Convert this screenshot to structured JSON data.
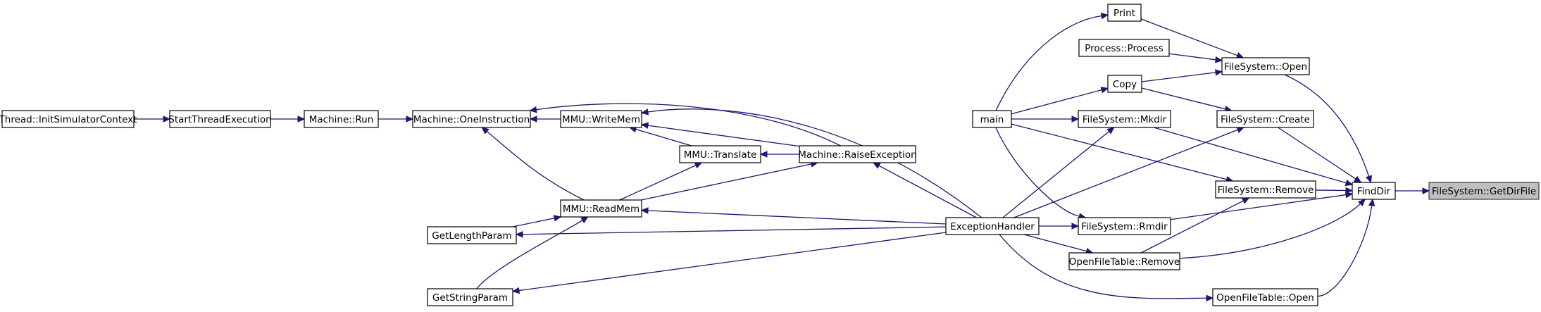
{
  "graph": {
    "colors": {
      "edge": "#191970",
      "node_border": "#000000",
      "node_fill": "#ffffff",
      "root_fill": "#bfbfbf"
    },
    "nodes": [
      {
        "id": "initsim",
        "label": "Thread::InitSimulatorContext"
      },
      {
        "id": "startthread",
        "label": "StartThreadExecution"
      },
      {
        "id": "machrun",
        "label": "Machine::Run"
      },
      {
        "id": "oneinstr",
        "label": "Machine::OneInstruction"
      },
      {
        "id": "writemem",
        "label": "MMU::WriteMem"
      },
      {
        "id": "translate",
        "label": "MMU::Translate"
      },
      {
        "id": "raiseex",
        "label": "Machine::RaiseException"
      },
      {
        "id": "readmem",
        "label": "MMU::ReadMem"
      },
      {
        "id": "getlength",
        "label": "GetLengthParam"
      },
      {
        "id": "getstring",
        "label": "GetStringParam"
      },
      {
        "id": "exhandler",
        "label": "ExceptionHandler"
      },
      {
        "id": "main",
        "label": "main"
      },
      {
        "id": "print",
        "label": "Print"
      },
      {
        "id": "procproc",
        "label": "Process::Process"
      },
      {
        "id": "copy",
        "label": "Copy"
      },
      {
        "id": "fsmkdir",
        "label": "FileSystem::Mkdir"
      },
      {
        "id": "fsrmdir",
        "label": "FileSystem::Rmdir"
      },
      {
        "id": "oftremove",
        "label": "OpenFileTable::Remove"
      },
      {
        "id": "fsopen",
        "label": "FileSystem::Open"
      },
      {
        "id": "fscreate",
        "label": "FileSystem::Create"
      },
      {
        "id": "fsremove",
        "label": "FileSystem::Remove"
      },
      {
        "id": "oftopen",
        "label": "OpenFileTable::Open"
      },
      {
        "id": "finddir",
        "label": "FindDir"
      },
      {
        "id": "getdirfile",
        "label": "FileSystem::GetDirFile",
        "root": true
      }
    ],
    "edges": [
      {
        "from": "initsim",
        "to": "startthread"
      },
      {
        "from": "startthread",
        "to": "machrun"
      },
      {
        "from": "machrun",
        "to": "oneinstr"
      },
      {
        "from": "writemem",
        "to": "oneinstr"
      },
      {
        "from": "raiseex",
        "to": "oneinstr"
      },
      {
        "from": "readmem",
        "to": "oneinstr"
      },
      {
        "from": "translate",
        "to": "writemem"
      },
      {
        "from": "raiseex",
        "to": "writemem"
      },
      {
        "from": "exhandler",
        "to": "writemem"
      },
      {
        "from": "raiseex",
        "to": "translate"
      },
      {
        "from": "readmem",
        "to": "translate"
      },
      {
        "from": "readmem",
        "to": "raiseex"
      },
      {
        "from": "exhandler",
        "to": "raiseex"
      },
      {
        "from": "getlength",
        "to": "readmem"
      },
      {
        "from": "getstring",
        "to": "readmem"
      },
      {
        "from": "exhandler",
        "to": "readmem"
      },
      {
        "from": "exhandler",
        "to": "getlength"
      },
      {
        "from": "exhandler",
        "to": "getstring"
      },
      {
        "from": "main",
        "to": "print"
      },
      {
        "from": "main",
        "to": "copy"
      },
      {
        "from": "main",
        "to": "fsmkdir"
      },
      {
        "from": "main",
        "to": "fsrmdir"
      },
      {
        "from": "main",
        "to": "fsremove"
      },
      {
        "from": "exhandler",
        "to": "fsmkdir"
      },
      {
        "from": "exhandler",
        "to": "fsrmdir"
      },
      {
        "from": "exhandler",
        "to": "oftremove"
      },
      {
        "from": "exhandler",
        "to": "fscreate"
      },
      {
        "from": "exhandler",
        "to": "oftopen"
      },
      {
        "from": "print",
        "to": "fsopen"
      },
      {
        "from": "procproc",
        "to": "fsopen"
      },
      {
        "from": "copy",
        "to": "fsopen"
      },
      {
        "from": "copy",
        "to": "fscreate"
      },
      {
        "from": "oftremove",
        "to": "fsremove"
      },
      {
        "from": "fsopen",
        "to": "finddir"
      },
      {
        "from": "fscreate",
        "to": "finddir"
      },
      {
        "from": "fsmkdir",
        "to": "finddir"
      },
      {
        "from": "fsremove",
        "to": "finddir"
      },
      {
        "from": "fsrmdir",
        "to": "finddir"
      },
      {
        "from": "oftremove",
        "to": "finddir"
      },
      {
        "from": "oftopen",
        "to": "finddir"
      },
      {
        "from": "finddir",
        "to": "getdirfile"
      }
    ]
  }
}
